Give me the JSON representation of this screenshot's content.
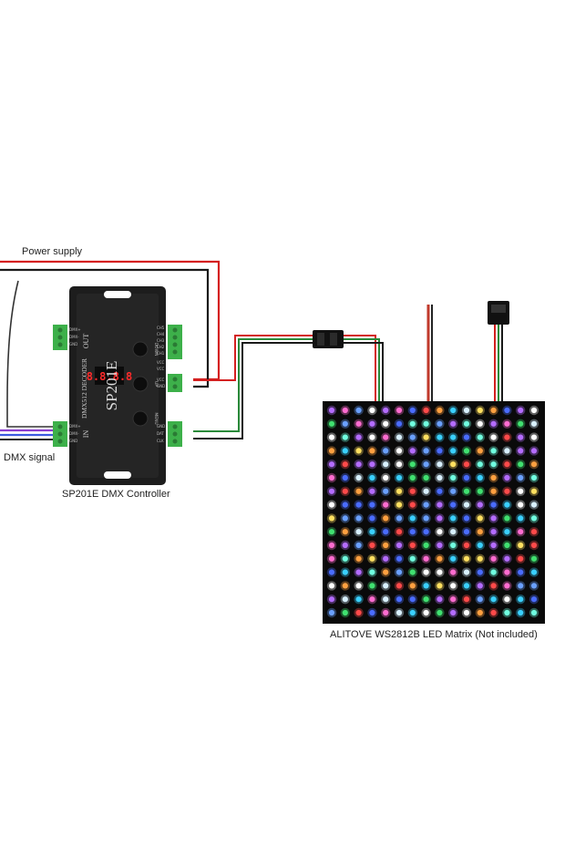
{
  "labels": {
    "power_supply": "Power supply",
    "dmx_signal": "DMX signal",
    "controller_caption": "SP201E DMX Controller",
    "matrix_caption": "ALITOVE WS2812B LED Matrix (Not included)"
  },
  "controller": {
    "brand": "SP201E",
    "decoder_text": "DMX512 DECODER",
    "display_digits": "8.8.8.8",
    "out_label": "OUT",
    "in_label": "IN",
    "button_labels": [
      "DOWN",
      "UP",
      "MENU"
    ],
    "left_top_pins": [
      "DMX+",
      "DMX-",
      "GND"
    ],
    "left_bottom_pins": [
      "DMX+",
      "DMX-",
      "GND"
    ],
    "right_top_pins": [
      "CH5",
      "CH4",
      "CH3",
      "CH2",
      "CH1"
    ],
    "right_mid_pins": [
      "VCC",
      "VCC",
      "VCC",
      "GND"
    ],
    "right_bottom_pins": [
      "GND",
      "DAT",
      "CLK"
    ]
  },
  "colors": {
    "wire_red": "#d42020",
    "wire_black": "#1a1a1a",
    "wire_green": "#2a8a3a",
    "wire_purple": "#8a3ccf",
    "wire_blue": "#3a5adf",
    "terminal_green": "#3db04a",
    "device_body": "#1d1d1d",
    "display_red": "#ff2a2a"
  }
}
